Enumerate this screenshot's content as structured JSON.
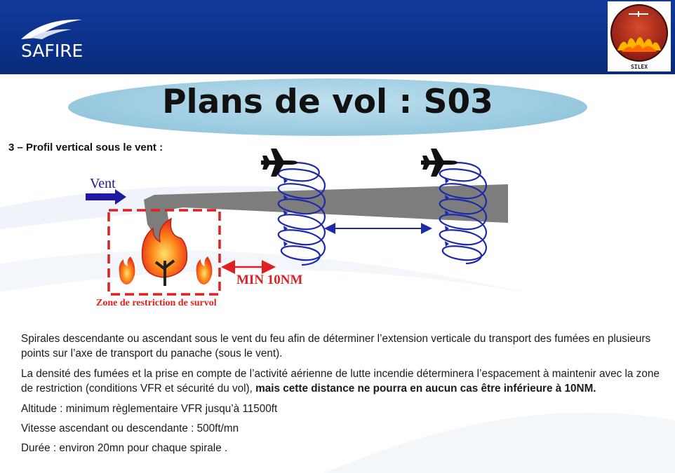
{
  "header": {
    "brand": "SAFIRE",
    "badge_label": "SILEX",
    "colors": {
      "header_bg": "#0b2f86",
      "title_ellipse": "#93c6dd",
      "accent_red": "#e02020",
      "spiral_blue": "#1e2aa8"
    }
  },
  "title": "Plans de vol :  S03",
  "section_heading": "3 – Profil vertical sous le vent :",
  "diagram": {
    "vent_label": "Vent",
    "distance_label": "MIN 10NM",
    "zone_label": "Zone de restriction de survol",
    "icons": [
      "plane-icon",
      "plane-icon",
      "fire-icon",
      "tree-icon",
      "flame-icon",
      "flame-icon",
      "spiral-icon",
      "spiral-icon",
      "wind-arrow-icon"
    ]
  },
  "body": {
    "p1": "Spirales descendante ou ascendant sous le vent du feu afin de déterminer l’extension verticale du transport des fumées en plusieurs points sur l’axe de transport du panache (sous le vent).",
    "p2_plain": "La densité des fumées et la prise en compte de l’activité aérienne de lutte incendie déterminera l’espacement à maintenir avec la zone de restriction (conditions VFR et sécurité du vol), ",
    "p2_bold": "mais cette distance ne pourra en aucun cas être inférieure à 10NM.",
    "altitude": "Altitude  : minimum règlementaire VFR jusqu’à 11500ft",
    "vitesse": "Vitesse ascendant ou descendante : 500ft/mn",
    "duree": "Durée  : environ 20mn pour chaque spirale ."
  }
}
